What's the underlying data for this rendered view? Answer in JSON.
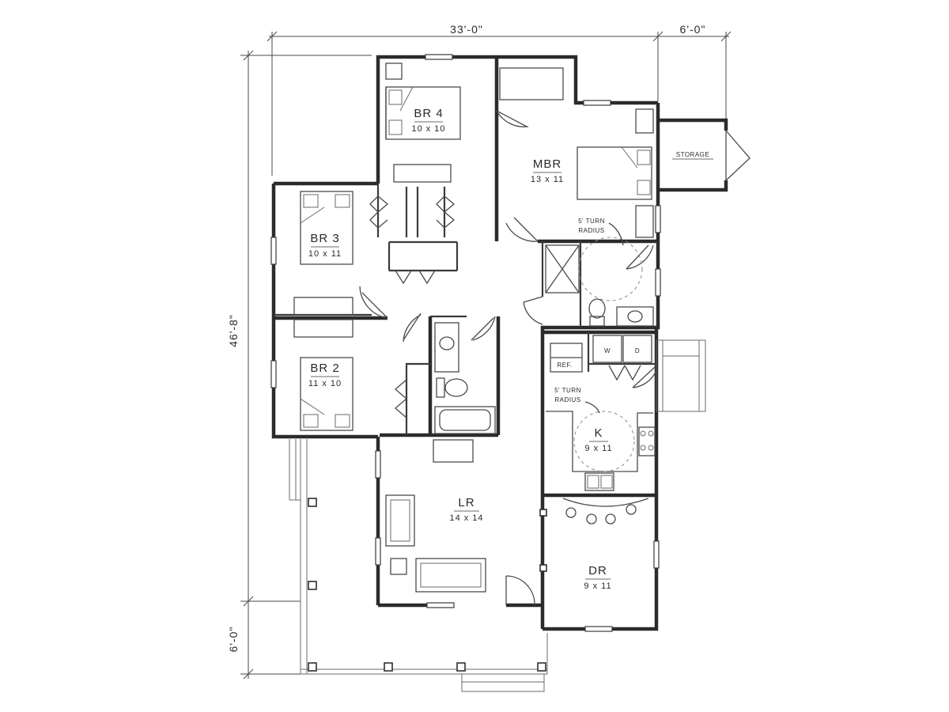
{
  "dimensions": {
    "overall_width": "33'-0\"",
    "extension_width": "6'-0\"",
    "overall_depth": "46'-8\"",
    "porch_depth": "6'-0\""
  },
  "rooms": {
    "br4": {
      "name": "BR 4",
      "size": "10 x 10"
    },
    "mbr": {
      "name": "MBR",
      "size": "13 x 11"
    },
    "br3": {
      "name": "BR 3",
      "size": "10 x 11"
    },
    "br2": {
      "name": "BR 2",
      "size": "11 x 10"
    },
    "k": {
      "name": "K",
      "size": "9 x 11"
    },
    "lr": {
      "name": "LR",
      "size": "14 x 14"
    },
    "dr": {
      "name": "DR",
      "size": "9 x 11"
    }
  },
  "labels": {
    "storage": "STORAGE",
    "turn_radius_line1": "5' TURN",
    "turn_radius_line2": "RADIUS",
    "ref": "REF.",
    "washer": "W",
    "dryer": "D"
  }
}
